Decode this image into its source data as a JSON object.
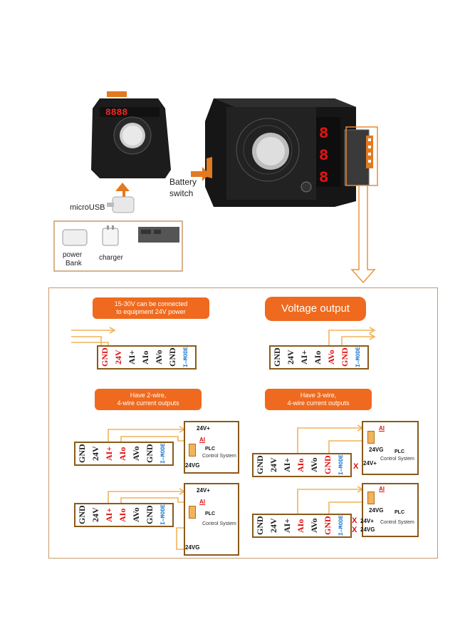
{
  "device": {
    "microusb_label": "microUSB",
    "battery_label_1": "Battery",
    "battery_label_2": "switch",
    "power_bank_label_1": "power",
    "power_bank_label_2": "Bank",
    "charger_label": "charger"
  },
  "callouts": {
    "power_note_1": "15-30V can be connected",
    "power_note_2": "to equipment 24V power",
    "voltage_output": "Voltage output",
    "two_wire_1": "Have 2-wire,",
    "two_wire_2": "4-wire current outputs",
    "three_wire_1": "Have 3-wire,",
    "three_wire_2": "4-wire current outputs"
  },
  "terminals": {
    "gnd": "GND",
    "v24": "24V",
    "ai_plus": "AI+",
    "aio": "AIo",
    "avo": "AVo",
    "mode": "I—MODE"
  },
  "plc": {
    "v24_plus": "24V+",
    "ai": "AI",
    "plc_label": "PLC",
    "control_system": "Control System",
    "v24g": "24VG",
    "x_mark": "X"
  },
  "colors": {
    "accent": "#ef6a1e",
    "frame": "#c89a6a",
    "wire": "#f0b45a",
    "terminal_red": "#e01010"
  }
}
